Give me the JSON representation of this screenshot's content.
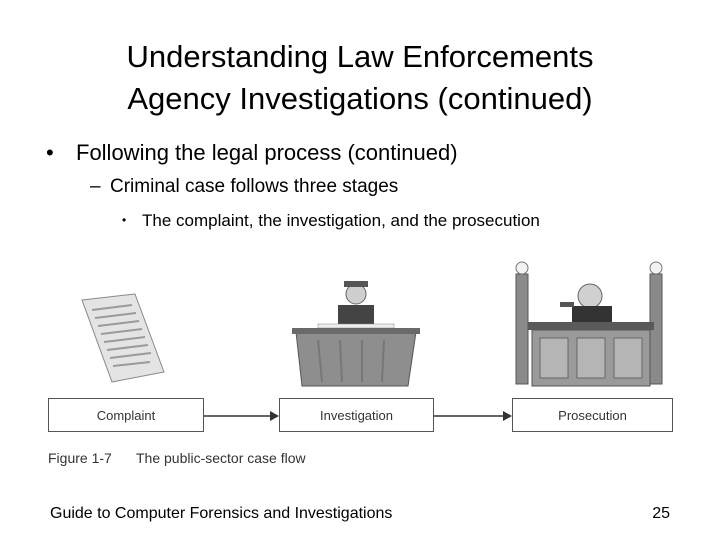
{
  "slide": {
    "title_line1": "Understanding Law Enforcements",
    "title_line2": "Agency Investigations (continued)",
    "bullet1": "Following the legal process (continued)",
    "bullet2": "Criminal case follows three stages",
    "bullet3": "The complaint, the investigation, and the prosecution",
    "bullet1_marker": "•",
    "bullet2_marker": "–",
    "bullet3_marker": "•"
  },
  "figure": {
    "stages": [
      "Complaint",
      "Investigation",
      "Prosecution"
    ],
    "caption_number": "Figure 1-7",
    "caption_text": "The public-sector case flow"
  },
  "footer": {
    "left": "Guide to Computer Forensics and Investigations",
    "page_number": "25"
  }
}
